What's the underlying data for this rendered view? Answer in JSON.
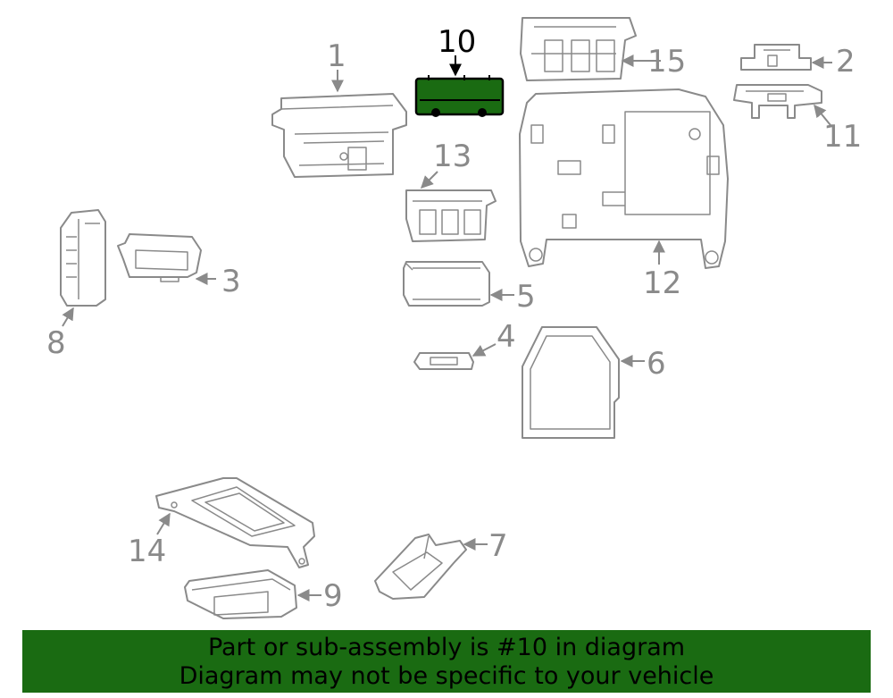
{
  "diagram": {
    "highlight_color": "#1a6b12",
    "highlighted_part": "10",
    "callouts": [
      "1",
      "2",
      "3",
      "4",
      "5",
      "6",
      "7",
      "8",
      "9",
      "10",
      "11",
      "12",
      "13",
      "14",
      "15"
    ]
  },
  "banner": {
    "line1": "Part or sub-assembly is #10 in diagram",
    "line2": "Diagram may not be specific to your vehicle",
    "background": "#1a6b12"
  }
}
